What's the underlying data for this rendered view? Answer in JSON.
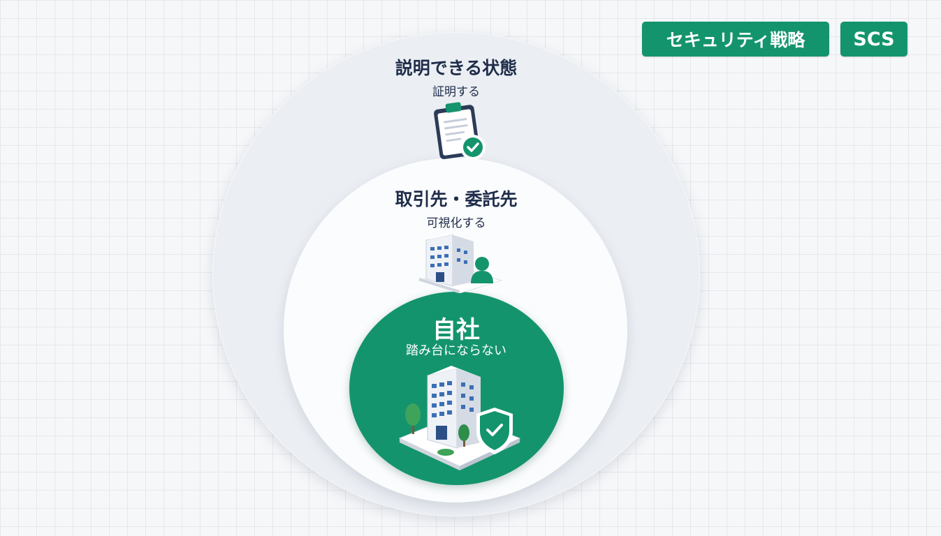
{
  "tags": {
    "strategy": "セキュリティ戦略",
    "code": "SCS"
  },
  "rings": {
    "outer": {
      "title": "説明できる状態",
      "subtitle": "証明する",
      "icon": "clipboard-check-icon"
    },
    "middle": {
      "title": "取引先・委託先",
      "subtitle": "可視化する",
      "icon": "partner-building-icon"
    },
    "inner": {
      "title": "自社",
      "subtitle": "踏み台にならない",
      "icon": "secure-building-icon"
    }
  },
  "colors": {
    "accent": "#14946d",
    "text": "#1f2d4a",
    "outer_ring": "#ebeef3",
    "middle_ring": "#fbfcfd"
  }
}
